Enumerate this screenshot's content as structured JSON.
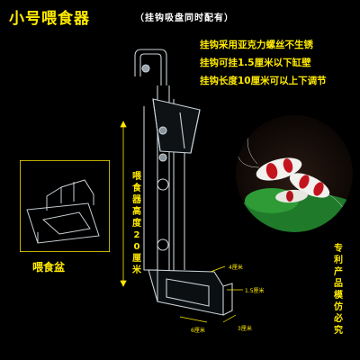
{
  "header": {
    "title": "小号喂食器",
    "subtitle": "（挂钩吸盘同时配有）"
  },
  "features": [
    "挂钩采用亚克力螺丝不生锈",
    "挂钩可挂1.5厘米以下缸壁",
    "挂钩长度10厘米可以上下调节"
  ],
  "height_label": "喂食器高度20厘米",
  "bowl_label": "喂食盆",
  "patent_label": "专利产品模仿必究",
  "dimensions": {
    "d4": "4厘米",
    "d15": "1.5厘米",
    "d6": "6厘米",
    "d3": "3厘米"
  },
  "colors": {
    "background": "#000000",
    "accent_yellow": "#ffea00",
    "text_white": "#ffffff",
    "acrylic": "#dfe8ee"
  }
}
